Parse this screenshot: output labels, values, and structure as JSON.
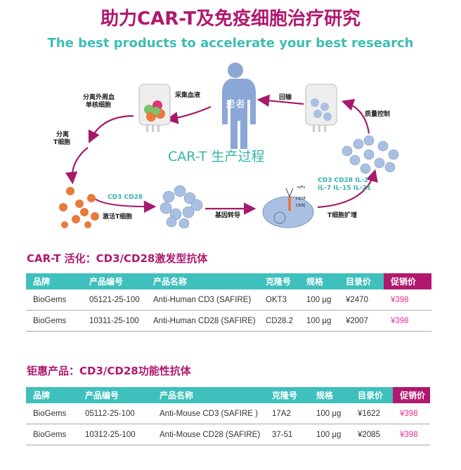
{
  "header": {
    "title": "助力CAR-T及免疫细胞治疗研究",
    "subtitle": "The best products to accelerate your best research"
  },
  "diagram": {
    "center_label": "CAR-T 生产过程",
    "patient": "患者",
    "steps": {
      "collect": "采集血液",
      "pbmc_1": "分离外周血",
      "pbmc_2": "单核细胞",
      "isolate_1": "分离",
      "isolate_2": "T细胞",
      "activate": "激活T细胞",
      "activation_markers": "CD3  CD28",
      "transduce": "基因转导",
      "expand": "T细胞扩增",
      "cytokines_1": "CD3  CD28 IL-2",
      "cytokines_2": "IL-7  IL-15  IL-21",
      "qc": "质量控制",
      "reinfuse": "回输"
    },
    "receptor": {
      "scfv": "scFv",
      "cd28": "CD28",
      "cd3z": "CD3ζ"
    },
    "colors": {
      "arrow": "#a51a6e",
      "cell_orange": "#e87a3c",
      "cell_blue": "#a9c0e2",
      "person": "#8aa7d6"
    }
  },
  "sections": [
    {
      "title": "CAR-T 活化：CD3/CD28激发型抗体",
      "headers": [
        "品牌",
        "产品编号",
        "产品名称",
        "克隆号",
        "规格",
        "目录价",
        "促销价"
      ],
      "rows": [
        [
          "BioGems",
          "05121-25-100",
          "Anti-Human CD3 (SAFIRE)",
          "OKT3",
          "100 μg",
          "¥2470",
          "¥398"
        ],
        [
          "BioGems",
          "10311-25-100",
          "Anti-Human CD28 (SAFIRE)",
          "CD28.2",
          "100 μg",
          "¥2007",
          "¥398"
        ]
      ]
    },
    {
      "title": "钜惠产品：CD3/CD28功能性抗体",
      "headers": [
        "品牌",
        "产品编号",
        "产品名称",
        "克隆号",
        "规格",
        "目录价",
        "促销价"
      ],
      "rows": [
        [
          "BioGems",
          "05112-25-100",
          "Anti-Mouse CD3 (SAFIRE )",
          "17A2",
          "100 μg",
          "¥1622",
          "¥398"
        ],
        [
          "BioGems",
          "10312-25-100",
          "Anti-Mouse CD28 (SAFIRE)",
          "37-51",
          "100 μg",
          "¥2085",
          "¥398"
        ]
      ]
    }
  ],
  "colors": {
    "accent": "#b0186f",
    "teal": "#3fc0bc",
    "promo_text": "#e8318f"
  }
}
